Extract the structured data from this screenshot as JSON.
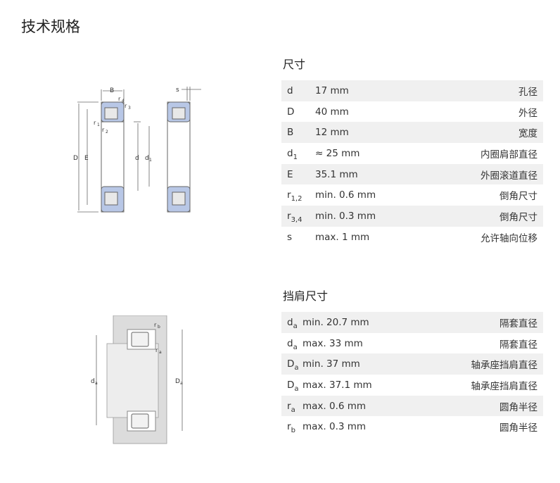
{
  "page_title": "技术规格",
  "dimensions": {
    "title": "尺寸",
    "rows": [
      {
        "sym": "d",
        "sub": "",
        "value": "17 mm",
        "desc": "孔径"
      },
      {
        "sym": "D",
        "sub": "",
        "value": "40 mm",
        "desc": "外径"
      },
      {
        "sym": "B",
        "sub": "",
        "value": "12 mm",
        "desc": "宽度"
      },
      {
        "sym": "d",
        "sub": "1",
        "value": "≈ 25 mm",
        "desc": "内圈肩部直径"
      },
      {
        "sym": "E",
        "sub": "",
        "value": "35.1 mm",
        "desc": "外圈滚道直径"
      },
      {
        "sym": "r",
        "sub": "1,2",
        "value": "min. 0.6 mm",
        "desc": "倒角尺寸"
      },
      {
        "sym": "r",
        "sub": "3,4",
        "value": "min. 0.3 mm",
        "desc": "倒角尺寸"
      },
      {
        "sym": "s",
        "sub": "",
        "value": "max. 1 mm",
        "desc": "允许轴向位移"
      }
    ]
  },
  "abutment": {
    "title": "挡肩尺寸",
    "rows": [
      {
        "sym": "d",
        "sub": "a",
        "value": "min. 20.7 mm",
        "desc": "隔套直径"
      },
      {
        "sym": "d",
        "sub": "a",
        "value": "max. 33 mm",
        "desc": "隔套直径"
      },
      {
        "sym": "D",
        "sub": "a",
        "value": "min. 37 mm",
        "desc": "轴承座挡肩直径"
      },
      {
        "sym": "D",
        "sub": "a",
        "value": "max. 37.1 mm",
        "desc": "轴承座挡肩直径"
      },
      {
        "sym": "r",
        "sub": "a",
        "value": "max. 0.6 mm",
        "desc": "圆角半径"
      },
      {
        "sym": "r",
        "sub": "b",
        "value": "max. 0.3 mm",
        "desc": "圆角半径"
      }
    ]
  },
  "drawing1_labels": {
    "B": "B",
    "s": "s",
    "r4": "r",
    "r4_sub": "4",
    "r3": "r",
    "r3_sub": "3",
    "r1": "r",
    "r1_sub": "1",
    "r2": "r",
    "r2_sub": "2",
    "D": "D",
    "E": "E",
    "d": "d",
    "d1": "d",
    "d1_sub": "1"
  },
  "drawing2_labels": {
    "rb": "r",
    "rb_sub": "b",
    "ra": "r",
    "ra_sub": "a",
    "da": "d",
    "da_sub": "a",
    "Da": "D",
    "Da_sub": "a"
  }
}
